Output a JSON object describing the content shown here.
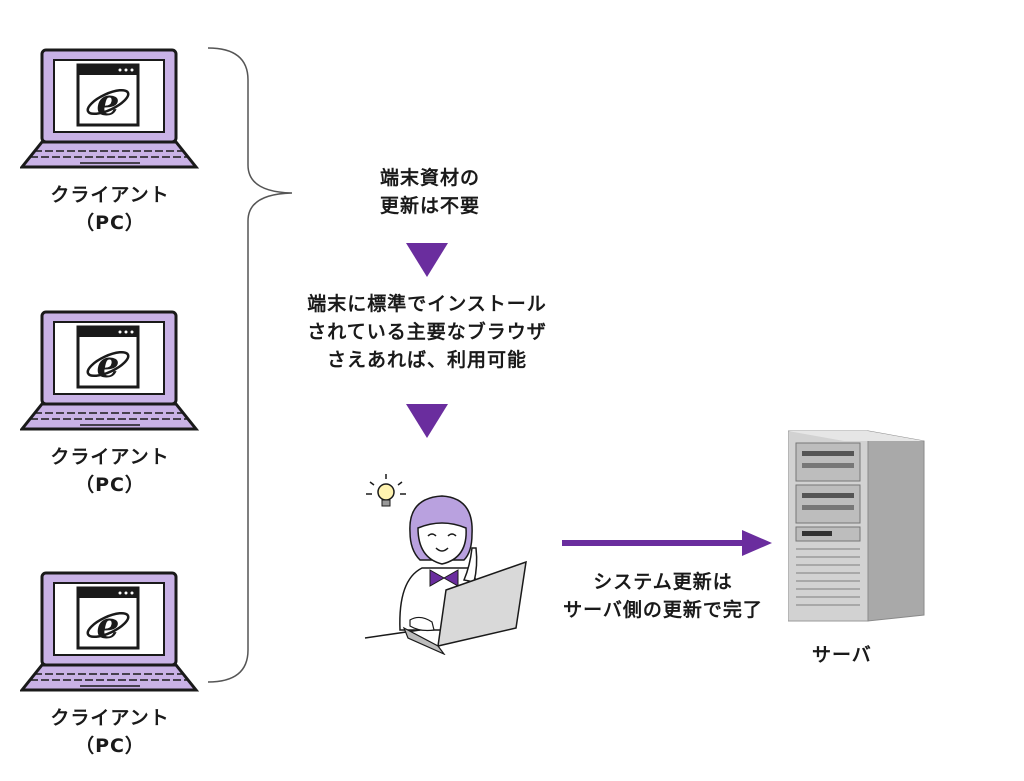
{
  "clients": [
    {
      "label_line1": "クライアント",
      "label_line2": "（PC）"
    },
    {
      "label_line1": "クライアント",
      "label_line2": "（PC）"
    },
    {
      "label_line1": "クライアント",
      "label_line2": "（PC）"
    }
  ],
  "notes": {
    "step1": [
      "端末資材の",
      "更新は不要"
    ],
    "step2": [
      "端末に標準でインストール",
      "されている主要なブラウザ",
      "さえあれば、利用可能"
    ],
    "arrow_note": [
      "システム更新は",
      "サーバ側の更新で完了"
    ]
  },
  "server": {
    "label": "サーバ"
  },
  "colors": {
    "accent": "#6a2d9e",
    "laptop": "#c9b2e6",
    "outline": "#1a1a1a"
  }
}
